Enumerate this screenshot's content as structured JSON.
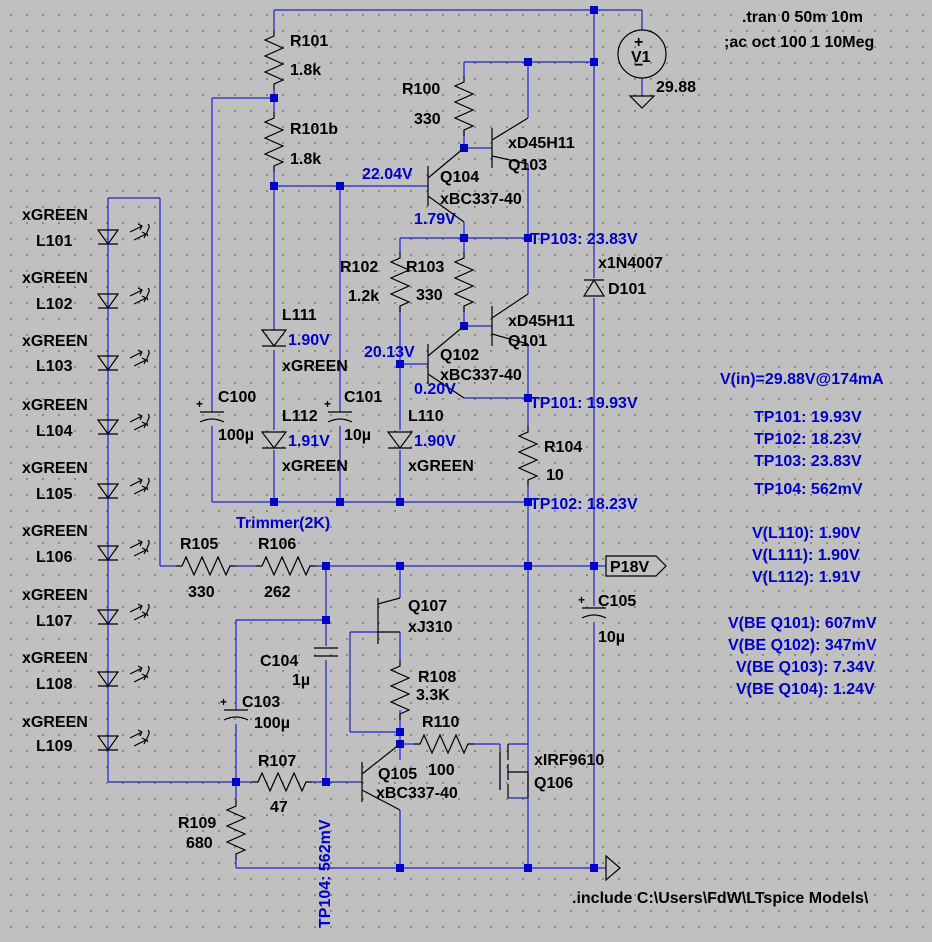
{
  "directives": {
    "tran": ".tran 0 50m 10m",
    "ac": ";ac oct 100 1 10Meg",
    "include": ".include C:\\Users\\FdW\\LTspice Models\\"
  },
  "v1": {
    "name": "V1",
    "value": "29.88"
  },
  "resistors": {
    "r101": {
      "name": "R101",
      "value": "1.8k"
    },
    "r101b": {
      "name": "R101b",
      "value": "1.8k"
    },
    "r100": {
      "name": "R100",
      "value": "330"
    },
    "r102": {
      "name": "R102",
      "value": "1.2k"
    },
    "r103": {
      "name": "R103",
      "value": "330"
    },
    "r104": {
      "name": "R104",
      "value": "10"
    },
    "r105": {
      "name": "R105",
      "value": "330"
    },
    "r106": {
      "name": "R106",
      "value": "262"
    },
    "r107": {
      "name": "R107",
      "value": "47"
    },
    "r108": {
      "name": "R108",
      "value": "3.3K"
    },
    "r109": {
      "name": "R109",
      "value": "680"
    },
    "r110": {
      "name": "R110",
      "value": "100"
    },
    "trimmer": "Trimmer(2K)"
  },
  "capacitors": {
    "c100": {
      "name": "C100",
      "value": "100µ"
    },
    "c101": {
      "name": "C101",
      "value": "10µ"
    },
    "c103": {
      "name": "C103",
      "value": "100µ"
    },
    "c104": {
      "name": "C104",
      "value": "1µ"
    },
    "c105": {
      "name": "C105",
      "value": "10µ"
    }
  },
  "transistors": {
    "q101": {
      "name": "Q101",
      "model": "xD45H11"
    },
    "q102": {
      "name": "Q102",
      "model": "xBC337-40"
    },
    "q103": {
      "name": "Q103",
      "model": "xD45H11"
    },
    "q104": {
      "name": "Q104",
      "model": "xBC337-40"
    },
    "q105": {
      "name": "Q105",
      "model": "xBC337-40"
    },
    "q106": {
      "name": "Q106",
      "model": "xIRF9610"
    },
    "q107": {
      "name": "Q107",
      "model": "xJ310"
    }
  },
  "diode": {
    "name": "D101",
    "model": "x1N4007"
  },
  "leds": {
    "model": "xGREEN",
    "chain": [
      "L101",
      "L102",
      "L103",
      "L104",
      "L105",
      "L106",
      "L107",
      "L108",
      "L109"
    ],
    "l110": "L110",
    "l111": "L111",
    "l112": "L112"
  },
  "node_voltages": {
    "q104_base": "22.04V",
    "q104_emitter": "1.79V",
    "q102_base": "20.13V",
    "q102_emitter": "0.20V",
    "l111": "1.90V",
    "l112": "1.91V",
    "l110": "1.90V"
  },
  "testpoints": {
    "tp101": "TP101: 19.93V",
    "tp102": "TP102: 18.23V",
    "tp103": "TP103: 23.83V",
    "tp104": "TP104: 562mV"
  },
  "port": "P18V",
  "summary": [
    "V(in)=29.88V@174mA",
    "TP101: 19.93V",
    "TP102: 18.23V",
    "TP103: 23.83V",
    "TP104: 562mV",
    "V(L110): 1.90V",
    "V(L111): 1.90V",
    "V(L112): 1.91V",
    "V(BE Q101): 607mV",
    "V(BE Q102): 347mV",
    "V(BE Q103): 7.34V",
    "V(BE Q104): 1.24V"
  ],
  "colors": {
    "background": "#c0c0c0",
    "wire": "#1f1fd6",
    "component": "#000000",
    "annotation": "#0000cc"
  }
}
